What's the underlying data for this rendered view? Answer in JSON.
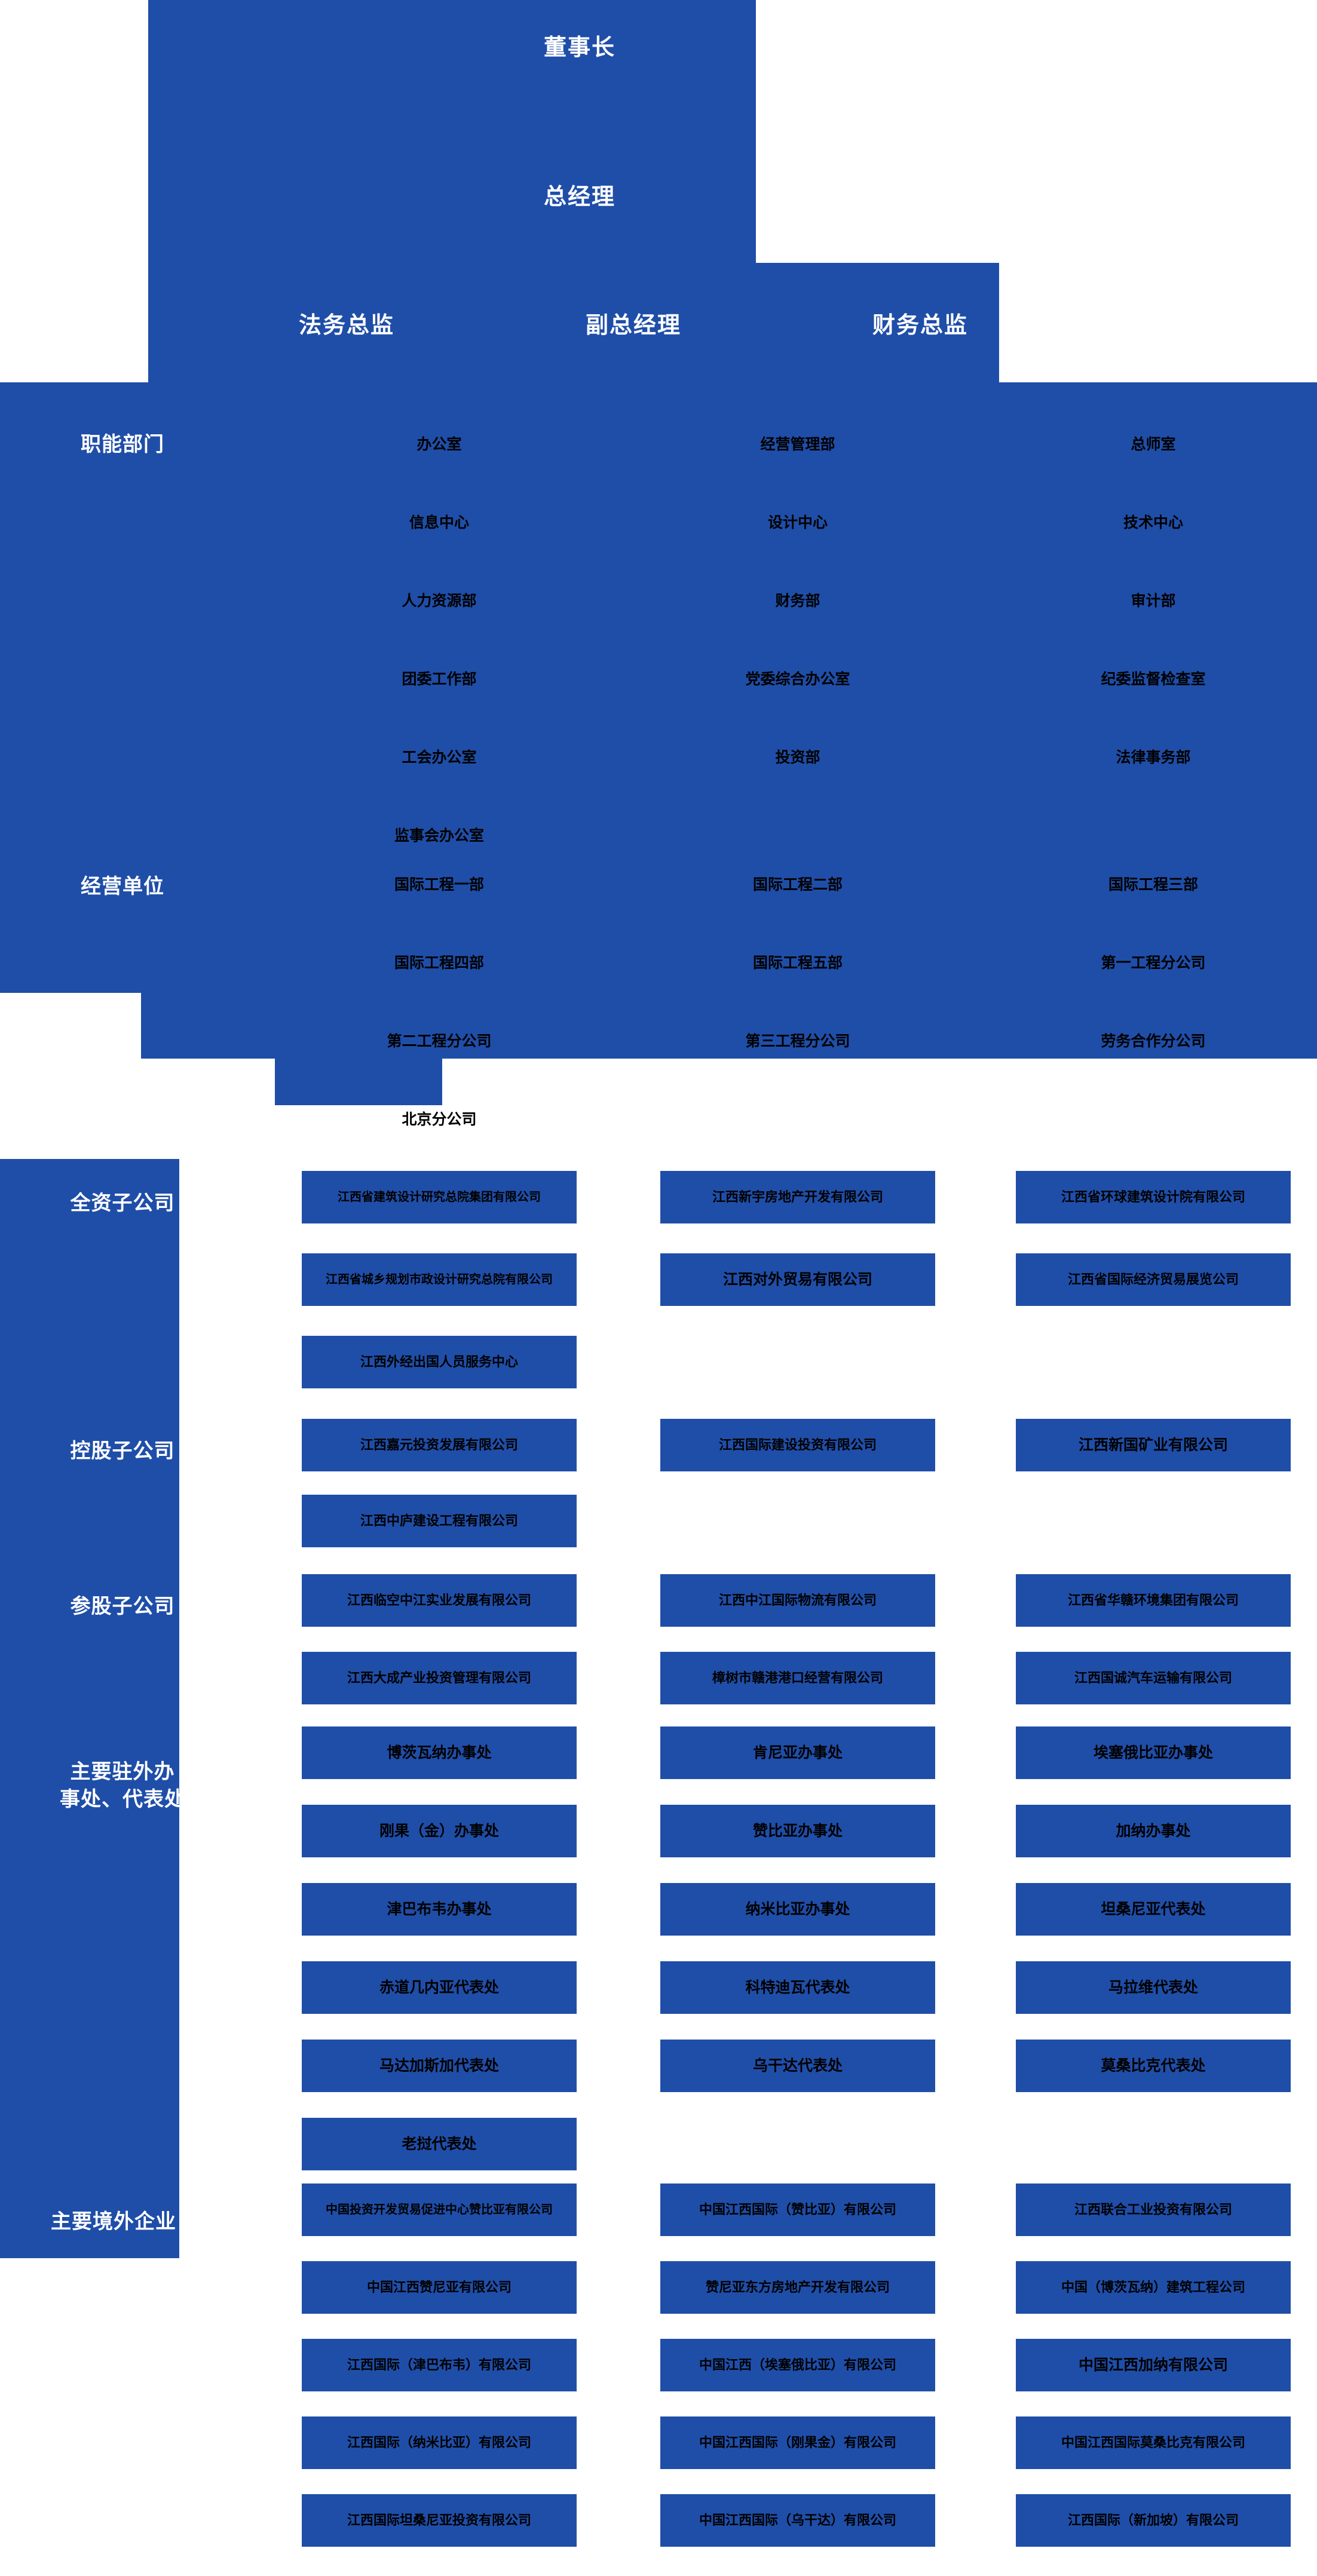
{
  "theme": {
    "panel_blue": "#1f4ea8",
    "label_text": "#ffffff",
    "node_text": "#000000",
    "page_bg": "#ffffff"
  },
  "executives": {
    "chairman": "董事长",
    "general_manager": "总经理",
    "legal_director": "法务总监",
    "deputy_general_manager": "副总经理",
    "finance_director": "财务总监"
  },
  "sections": [
    {
      "key": "functional_departments",
      "label": "职能部门",
      "rows": [
        [
          "办公室",
          "经营管理部",
          "总师室"
        ],
        [
          "信息中心",
          "设计中心",
          "技术中心"
        ],
        [
          "人力资源部",
          "财务部",
          "审计部"
        ],
        [
          "团委工作部",
          "党委综合办公室",
          "纪委监督检查室"
        ],
        [
          "工会办公室",
          "投资部",
          "法律事务部"
        ],
        [
          "监事会办公室",
          "",
          ""
        ]
      ]
    },
    {
      "key": "business_units",
      "label": "经营单位",
      "rows": [
        [
          "国际工程一部",
          "国际工程二部",
          "国际工程三部"
        ],
        [
          "国际工程四部",
          "国际工程五部",
          "第一工程分公司"
        ],
        [
          "第二工程分公司",
          "第三工程分公司",
          "劳务合作分公司"
        ],
        [
          "北京分公司",
          "",
          ""
        ]
      ]
    },
    {
      "key": "wholly_owned_subsidiaries",
      "label": "全资子公司",
      "rows": [
        [
          "江西省建筑设计研究总院集团有限公司",
          "江西新宇房地产开发有限公司",
          "江西省环球建筑设计院有限公司"
        ],
        [
          "江西省城乡规划市政设计研究总院有限公司",
          "江西对外贸易有限公司",
          "江西省国际经济贸易展览公司"
        ],
        [
          "江西外经出国人员服务中心",
          "",
          ""
        ]
      ]
    },
    {
      "key": "holding_subsidiaries",
      "label": "控股子公司",
      "rows": [
        [
          "江西嘉元投资发展有限公司",
          "江西国际建设投资有限公司",
          "江西新国矿业有限公司"
        ],
        [
          "江西中庐建设工程有限公司",
          "",
          ""
        ]
      ]
    },
    {
      "key": "participating_subsidiaries",
      "label": "参股子公司",
      "rows": [
        [
          "江西临空中江实业发展有限公司",
          "江西中江国际物流有限公司",
          "江西省华赣环境集团有限公司"
        ],
        [
          "江西大成产业投资管理有限公司",
          "樟树市赣港港口经营有限公司",
          "江西国诚汽车运输有限公司"
        ]
      ]
    },
    {
      "key": "overseas_offices",
      "label": "主要驻外办\n事处、代表处",
      "label_lines": [
        "主要驻外办",
        "事处、代表处"
      ],
      "rows": [
        [
          "博茨瓦纳办事处",
          "肯尼亚办事处",
          "埃塞俄比亚办事处"
        ],
        [
          "刚果（金）办事处",
          "赞比亚办事处",
          "加纳办事处"
        ],
        [
          "津巴布韦办事处",
          "纳米比亚办事处",
          "坦桑尼亚代表处"
        ],
        [
          "赤道几内亚代表处",
          "科特迪瓦代表处",
          "马拉维代表处"
        ],
        [
          "马达加斯加代表处",
          "乌干达代表处",
          "莫桑比克代表处"
        ],
        [
          "老挝代表处",
          "",
          ""
        ]
      ]
    },
    {
      "key": "overseas_enterprises",
      "label": "主要境外企业",
      "rows": [
        [
          "中国投资开发贸易促进中心赞比亚有限公司",
          "中国江西国际（赞比亚）有限公司",
          "江西联合工业投资有限公司"
        ],
        [
          "中国江西赞尼亚有限公司",
          "赞尼亚东方房地产开发有限公司",
          "中国（博茨瓦纳）建筑工程公司"
        ],
        [
          "江西国际（津巴布韦）有限公司",
          "中国江西（埃塞俄比亚）有限公司",
          "中国江西加纳有限公司"
        ],
        [
          "江西国际（纳米比亚）有限公司",
          "中国江西国际（刚果金）有限公司",
          "中国江西国际莫桑比克有限公司"
        ],
        [
          "江西国际坦桑尼亚投资有限公司",
          "中国江西国际（乌干达）有限公司",
          "江西国际（新加坡）有限公司"
        ]
      ]
    }
  ]
}
